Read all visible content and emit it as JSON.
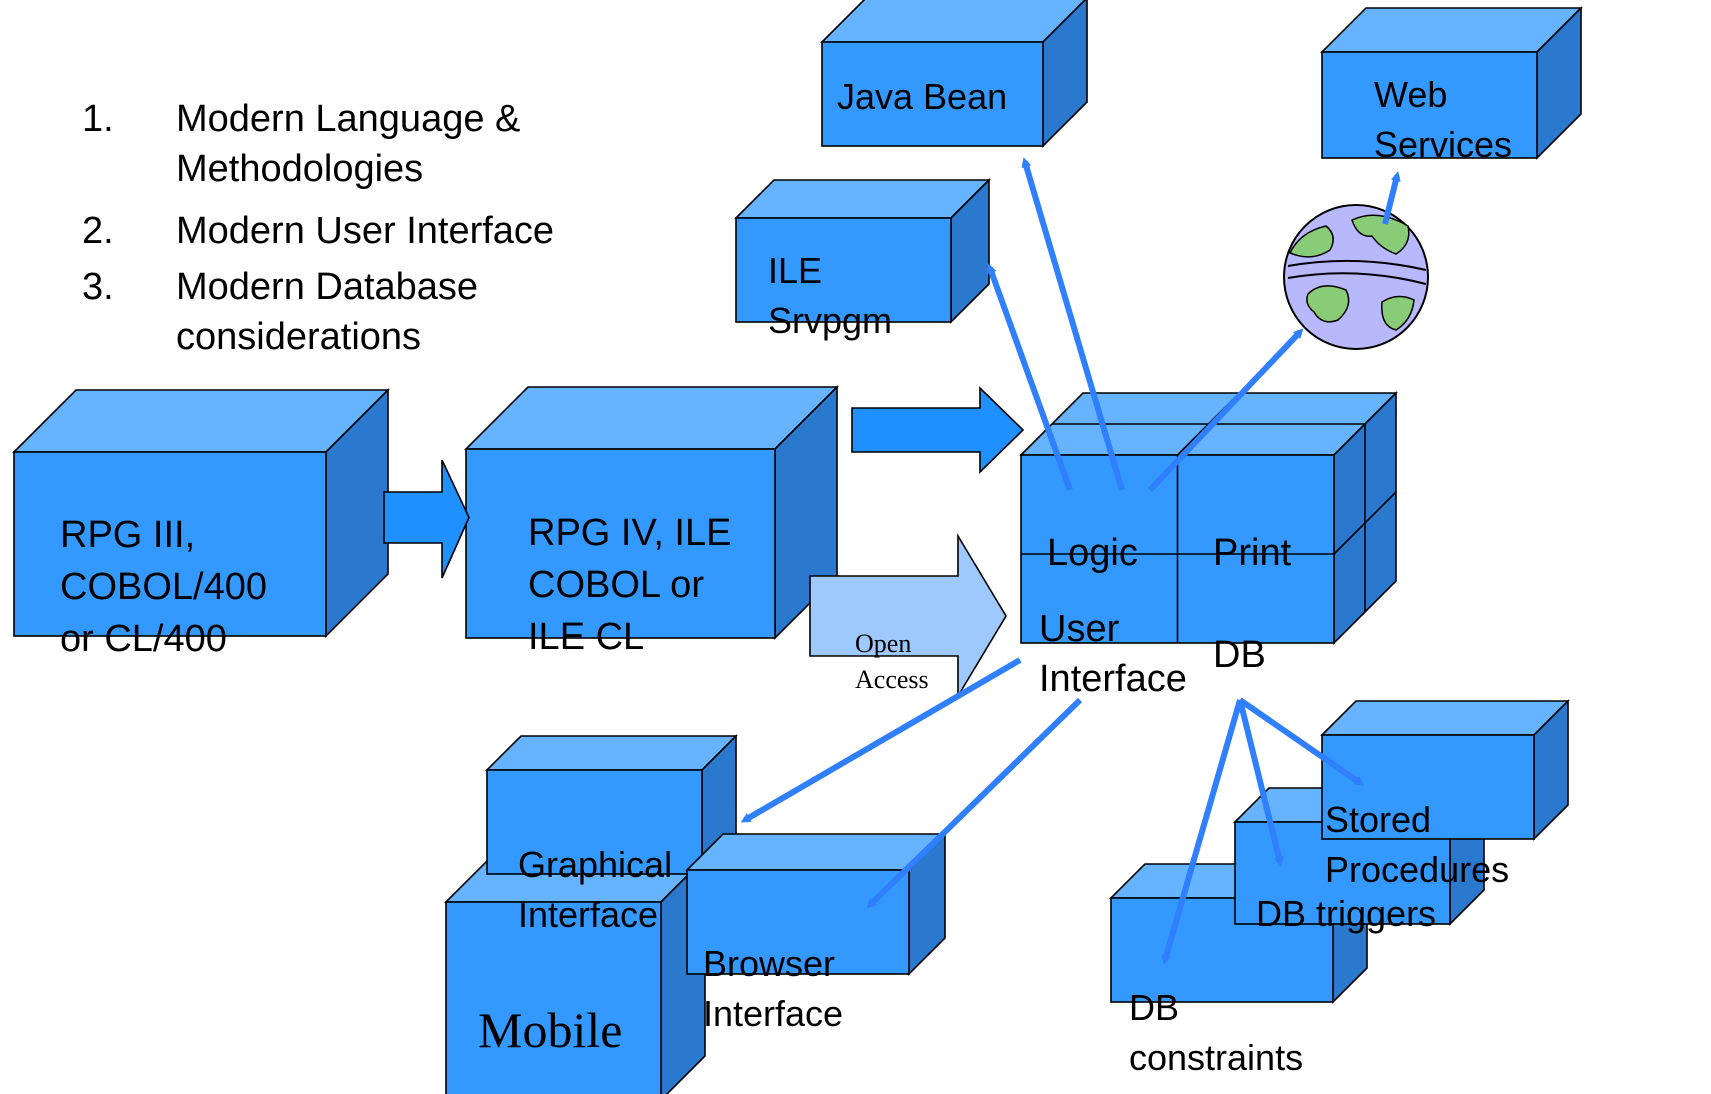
{
  "colors": {
    "box_front": "#3399ff",
    "box_top": "#66b3ff",
    "box_side": "#2b78cf",
    "arrow": "#2f7fff",
    "outline": "#000000"
  },
  "list": {
    "items": [
      {
        "num": "1.",
        "lines": [
          "Modern Language &",
          "Methodologies"
        ]
      },
      {
        "num": "2.",
        "lines": [
          "Modern User Interface"
        ]
      },
      {
        "num": "3.",
        "lines": [
          "Modern Database",
          "considerations"
        ]
      }
    ]
  },
  "boxes": {
    "rpg3": [
      "RPG III,",
      "COBOL/400",
      "or CL/400"
    ],
    "rpg4": [
      "RPG IV, ILE",
      "COBOL or",
      "ILE CL"
    ],
    "java_bean": [
      "Java Bean"
    ],
    "web_services": [
      "Web",
      "Services"
    ],
    "ile_srvpgm": [
      "ILE",
      "Srvpgm"
    ],
    "graphical_interface": [
      "Graphical",
      "Interface"
    ],
    "mobile": [
      "Mobile"
    ],
    "browser_interface": [
      "Browser",
      "Interface"
    ],
    "stored_procedures": [
      "Stored",
      "Procedures"
    ],
    "db_triggers": [
      "DB triggers"
    ],
    "db_constraints": [
      "DB",
      "constraints"
    ]
  },
  "modules": {
    "logic": "Logic",
    "print": "Print",
    "user_interface": [
      "User",
      "Interface"
    ],
    "db": "DB"
  },
  "open_access": [
    "Open",
    "Access"
  ],
  "icons": {
    "globe": "globe-icon"
  }
}
